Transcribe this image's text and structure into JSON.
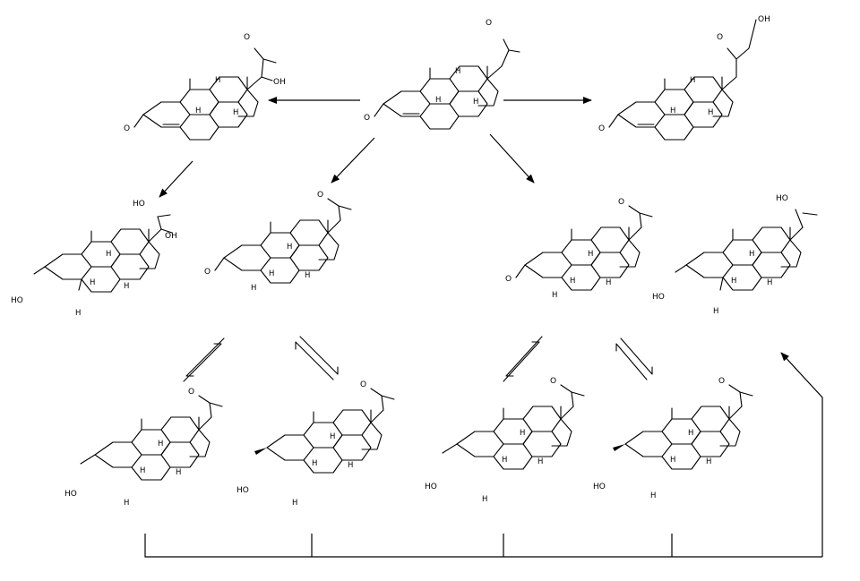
{
  "labels": {
    "O": "O",
    "H": "H",
    "OH": "OH",
    "HO": "HO"
  },
  "colors": {
    "line": "#000000",
    "background": "#ffffff"
  }
}
